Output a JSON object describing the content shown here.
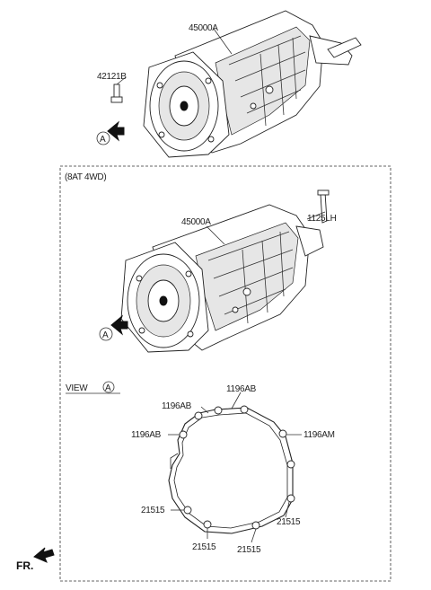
{
  "top_assembly": {
    "part_label": "45000A",
    "bolt_label": "42121B",
    "view_marker": "A"
  },
  "variant_box": {
    "title": "(8AT 4WD)",
    "part_label": "45000A",
    "bracket_label": "1125LH",
    "view_marker": "A"
  },
  "view_section": {
    "heading": "VIEW",
    "heading_marker": "A",
    "labels": {
      "top": "1196AB",
      "upper_left": "1196AB",
      "left": "1196AB",
      "right": "1196AM",
      "lower_left": "21515",
      "bottom_left": "21515",
      "bottom_right": "21515",
      "lower_right": "21515"
    }
  },
  "footer": {
    "front_marker": "FR."
  }
}
